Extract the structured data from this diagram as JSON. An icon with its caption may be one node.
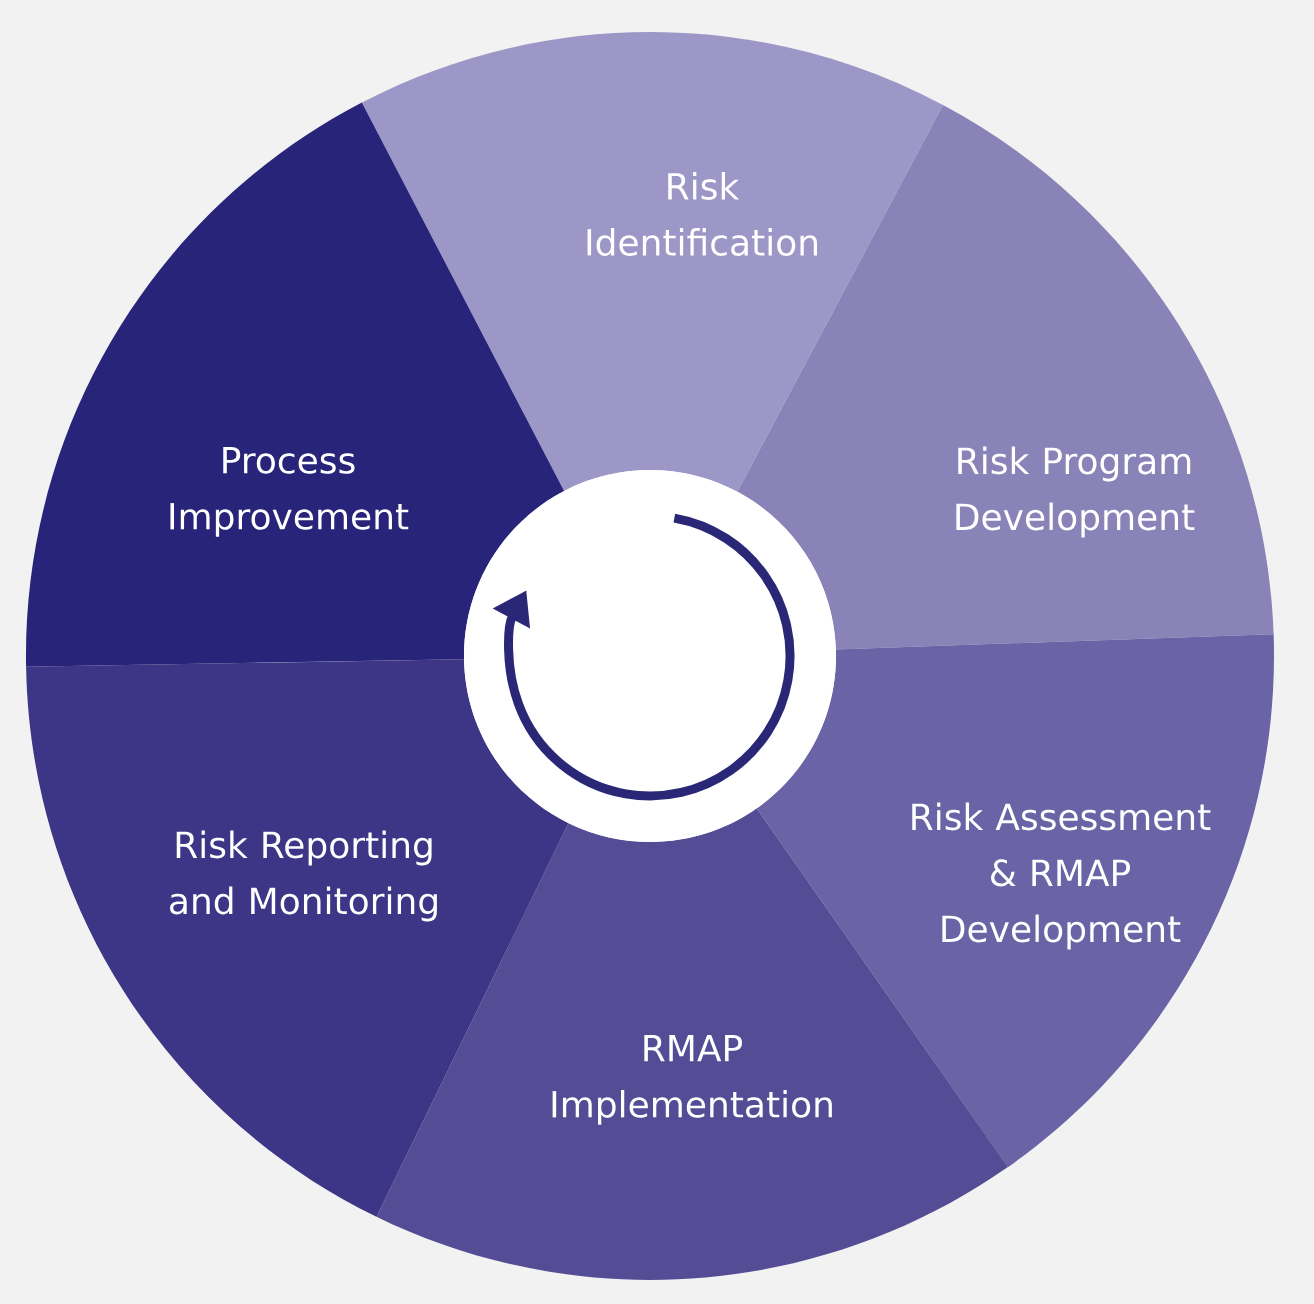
{
  "diagram": {
    "nodes": [
      {
        "text": [
          "Risk Identification"
        ]
      },
      {
        "text": [
          "Risk Program Development"
        ]
      },
      {
        "text": [
          "Risk Assessment & RMAP Development"
        ]
      },
      {
        "text": [
          "RMAP Implementation"
        ]
      },
      {
        "text": [
          "Risk Reporting and Monitoring"
        ]
      },
      {
        "text": [
          "Process Improvement"
        ]
      }
    ]
  }
}
